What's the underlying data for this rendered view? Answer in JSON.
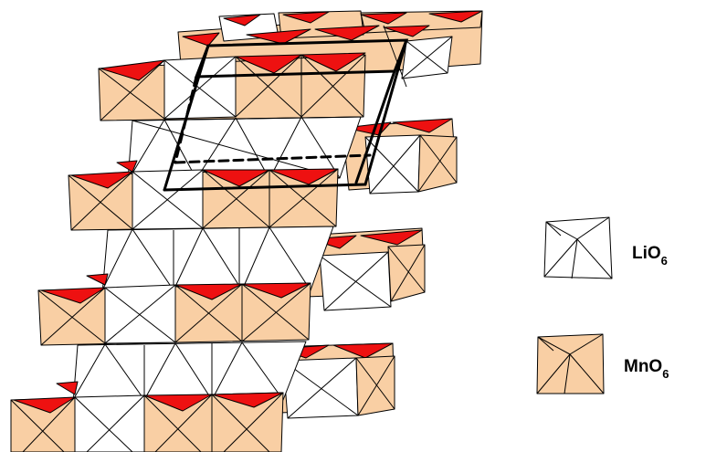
{
  "colors": {
    "mno6_fill": "#F9CFA4",
    "lio6_fill": "#FFFFFF",
    "apex_red": "#EE1111",
    "edge": "#000000"
  },
  "legend": {
    "lio6": {
      "label_main": "LiO",
      "label_sub": "6",
      "icon": "lio6-octahedron"
    },
    "mno6": {
      "label_main": "MnO",
      "label_sub": "6",
      "icon": "mno6-octahedron"
    }
  }
}
